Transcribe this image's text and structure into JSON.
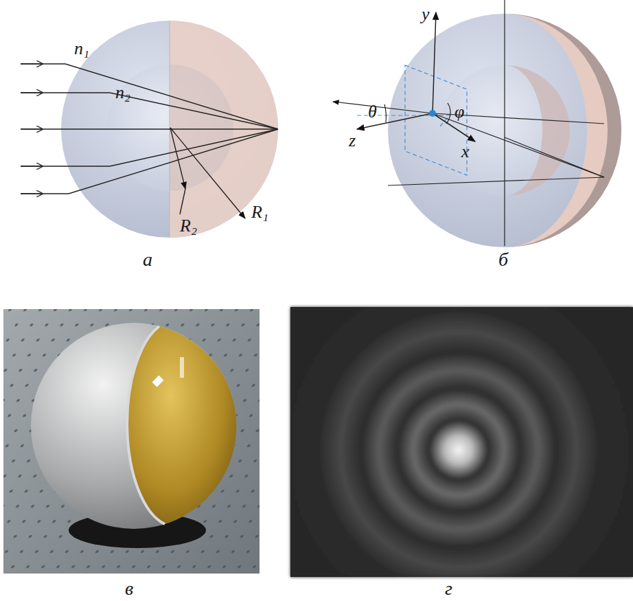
{
  "diagram": {
    "labels": [
      "n₁",
      "n₂",
      "R₁",
      "R₂",
      "а",
      "y",
      "θ",
      "φ",
      "z",
      "x",
      "б",
      "в",
      "г"
    ]
  }
}
